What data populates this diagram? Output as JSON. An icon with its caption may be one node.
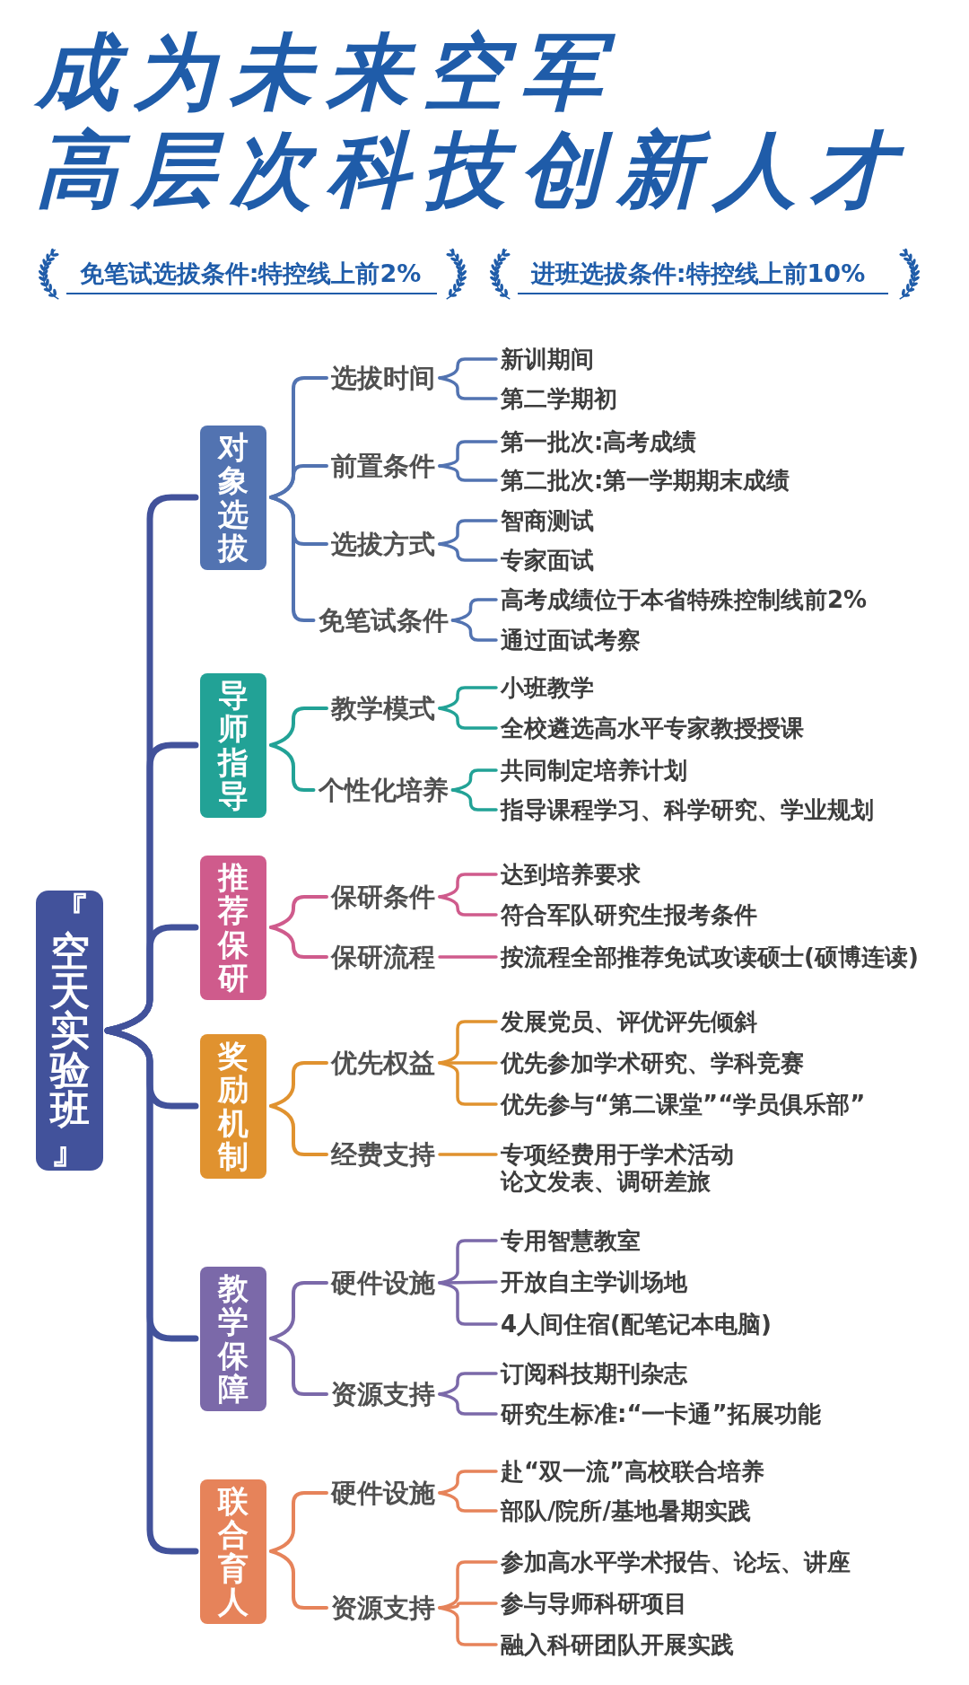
{
  "diagram": {
    "title": "成为未来空军高层次科技创新人才",
    "nodes": [
      {
        "text": [
          "『空天实验班』"
        ]
      },
      {
        "text": [
          "对象选拔"
        ]
      },
      {
        "text": [
          "选拔时间"
        ]
      },
      {
        "text": [
          "新训期间"
        ]
      },
      {
        "text": [
          "第二学期初"
        ]
      },
      {
        "text": [
          "前置条件"
        ]
      },
      {
        "text": [
          "第一批次:高考成绩"
        ]
      },
      {
        "text": [
          "第二批次:第一学期期末成绩"
        ]
      },
      {
        "text": [
          "选拔方式"
        ]
      },
      {
        "text": [
          "智商测试"
        ]
      },
      {
        "text": [
          "专家面试"
        ]
      },
      {
        "text": [
          "免笔试条件"
        ]
      },
      {
        "text": [
          "高考成绩位于本省特殊控制线前2%"
        ]
      },
      {
        "text": [
          "通过面试考察"
        ]
      },
      {
        "text": [
          "导师指导"
        ]
      },
      {
        "text": [
          "教学模式"
        ]
      },
      {
        "text": [
          "小班教学"
        ]
      },
      {
        "text": [
          "全校遴选高水平专家教授授课"
        ]
      },
      {
        "text": [
          "个性化培养"
        ]
      },
      {
        "text": [
          "共同制定培养计划"
        ]
      },
      {
        "text": [
          "指导课程学习、科学研究、学业规划"
        ]
      },
      {
        "text": [
          "推荐保研"
        ]
      },
      {
        "text": [
          "保研条件"
        ]
      },
      {
        "text": [
          "达到培养要求"
        ]
      },
      {
        "text": [
          "符合军队研究生报考条件"
        ]
      },
      {
        "text": [
          "保研流程"
        ]
      },
      {
        "text": [
          "按流程全部推荐免试攻读硕士(硕博连读)"
        ]
      },
      {
        "text": [
          "奖励机制"
        ]
      },
      {
        "text": [
          "优先权益"
        ]
      },
      {
        "text": [
          "发展党员、评优评先倾斜"
        ]
      },
      {
        "text": [
          "优先参加学术研究、学科竞赛"
        ]
      },
      {
        "text": [
          "优先参与“第二课堂”“学员俱乐部”"
        ]
      },
      {
        "text": [
          "经费支持"
        ]
      },
      {
        "text": [
          "专项经费用于学术活动论文发表、调研差旅"
        ]
      },
      {
        "text": [
          "教学保障"
        ]
      },
      {
        "text": [
          "硬件设施"
        ]
      },
      {
        "text": [
          "专用智慧教室"
        ]
      },
      {
        "text": [
          "开放自主学训场地"
        ]
      },
      {
        "text": [
          "4人间住宿(配笔记本电脑)"
        ]
      },
      {
        "text": [
          "资源支持"
        ]
      },
      {
        "text": [
          "订阅科技期刊杂志"
        ]
      },
      {
        "text": [
          "研究生标准:“一卡通”拓展功能"
        ]
      },
      {
        "text": [
          "联合育人"
        ]
      },
      {
        "text": [
          "硬件设施"
        ]
      },
      {
        "text": [
          "赴“双一流”高校联合培养"
        ]
      },
      {
        "text": [
          "部队/院所/基地暑期实践"
        ]
      },
      {
        "text": [
          "资源支持"
        ]
      },
      {
        "text": [
          "参加高水平学术报告、论坛、讲座"
        ]
      },
      {
        "text": [
          "参与导师科研项目"
        ]
      },
      {
        "text": [
          "融入科研团队开展实践"
        ]
      }
    ],
    "edges": [
      {
        "from": 0,
        "to": 1,
        "arrow": "none",
        "style": "thick",
        "color": "#42529b"
      },
      {
        "from": 0,
        "to": 14,
        "arrow": "none",
        "style": "thick",
        "color": "#42529b"
      },
      {
        "from": 0,
        "to": 21,
        "arrow": "none",
        "style": "thick",
        "color": "#42529b"
      },
      {
        "from": 0,
        "to": 27,
        "arrow": "none",
        "style": "thick",
        "color": "#42529b"
      },
      {
        "from": 0,
        "to": 34,
        "arrow": "none",
        "style": "thick",
        "color": "#42529b"
      },
      {
        "from": 0,
        "to": 42,
        "arrow": "none",
        "style": "thick",
        "color": "#42529b"
      },
      {
        "from": 1,
        "to": 2,
        "arrow": "none",
        "color": "#5273b1"
      },
      {
        "from": 1,
        "to": 5,
        "arrow": "none",
        "color": "#5273b1"
      },
      {
        "from": 1,
        "to": 8,
        "arrow": "none",
        "color": "#5273b1"
      },
      {
        "from": 1,
        "to": 11,
        "arrow": "none",
        "color": "#5273b1"
      },
      {
        "from": 2,
        "to": 3,
        "arrow": "none",
        "color": "#5273b1"
      },
      {
        "from": 2,
        "to": 4,
        "arrow": "none",
        "color": "#5273b1"
      },
      {
        "from": 5,
        "to": 6,
        "arrow": "none",
        "color": "#5273b1"
      },
      {
        "from": 5,
        "to": 7,
        "arrow": "none",
        "color": "#5273b1"
      },
      {
        "from": 8,
        "to": 9,
        "arrow": "none",
        "color": "#5273b1"
      },
      {
        "from": 8,
        "to": 10,
        "arrow": "none",
        "color": "#5273b1"
      },
      {
        "from": 11,
        "to": 12,
        "arrow": "none",
        "color": "#5273b1"
      },
      {
        "from": 11,
        "to": 13,
        "arrow": "none",
        "color": "#5273b1"
      },
      {
        "from": 14,
        "to": 15,
        "arrow": "none",
        "color": "#22a296"
      },
      {
        "from": 14,
        "to": 18,
        "arrow": "none",
        "color": "#22a296"
      },
      {
        "from": 15,
        "to": 16,
        "arrow": "none",
        "color": "#22a296"
      },
      {
        "from": 15,
        "to": 17,
        "arrow": "none",
        "color": "#22a296"
      },
      {
        "from": 18,
        "to": 19,
        "arrow": "none",
        "color": "#22a296"
      },
      {
        "from": 18,
        "to": 20,
        "arrow": "none",
        "color": "#22a296"
      },
      {
        "from": 21,
        "to": 22,
        "arrow": "none",
        "color": "#cf5b8c"
      },
      {
        "from": 21,
        "to": 25,
        "arrow": "none",
        "color": "#cf5b8c"
      },
      {
        "from": 22,
        "to": 23,
        "arrow": "none",
        "color": "#cf5b8c"
      },
      {
        "from": 22,
        "to": 24,
        "arrow": "none",
        "color": "#cf5b8c"
      },
      {
        "from": 25,
        "to": 26,
        "arrow": "none",
        "color": "#cf5b8c"
      },
      {
        "from": 27,
        "to": 28,
        "arrow": "none",
        "color": "#e0922f"
      },
      {
        "from": 27,
        "to": 32,
        "arrow": "none",
        "color": "#e0922f"
      },
      {
        "from": 28,
        "to": 29,
        "arrow": "none",
        "color": "#e0922f"
      },
      {
        "from": 28,
        "to": 30,
        "arrow": "none",
        "color": "#e0922f"
      },
      {
        "from": 28,
        "to": 31,
        "arrow": "none",
        "color": "#e0922f"
      },
      {
        "from": 32,
        "to": 33,
        "arrow": "none",
        "color": "#e0922f"
      },
      {
        "from": 34,
        "to": 35,
        "arrow": "none",
        "color": "#7b69a9"
      },
      {
        "from": 34,
        "to": 39,
        "arrow": "none",
        "color": "#7b69a9"
      },
      {
        "from": 35,
        "to": 36,
        "arrow": "none",
        "color": "#7b69a9"
      },
      {
        "from": 35,
        "to": 37,
        "arrow": "none",
        "color": "#7b69a9"
      },
      {
        "from": 35,
        "to": 38,
        "arrow": "none",
        "color": "#7b69a9"
      },
      {
        "from": 39,
        "to": 40,
        "arrow": "none",
        "color": "#7b69a9"
      },
      {
        "from": 39,
        "to": 41,
        "arrow": "none",
        "color": "#7b69a9"
      },
      {
        "from": 42,
        "to": 43,
        "arrow": "none",
        "color": "#e6835a"
      },
      {
        "from": 42,
        "to": 46,
        "arrow": "none",
        "color": "#e6835a"
      },
      {
        "from": 43,
        "to": 44,
        "arrow": "none",
        "color": "#e6835a"
      },
      {
        "from": 43,
        "to": 45,
        "arrow": "none",
        "color": "#e6835a"
      },
      {
        "from": 46,
        "to": 47,
        "arrow": "none",
        "color": "#e6835a"
      },
      {
        "from": 46,
        "to": 48,
        "arrow": "none",
        "color": "#e6835a"
      },
      {
        "from": 46,
        "to": 49,
        "arrow": "none",
        "color": "#e6835a"
      }
    ],
    "labels": [
      "免笔试选拔条件:特控线上前2%",
      "进班选拔条件:特控线上前10%"
    ]
  }
}
